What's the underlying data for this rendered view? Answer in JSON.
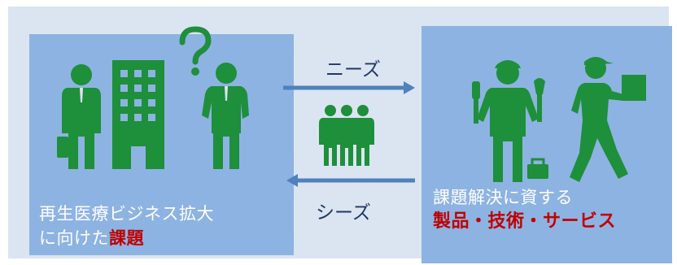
{
  "left_panel": {
    "caption_line1": "再生医療ビジネス拡大",
    "caption_line2_prefix": "に向けた",
    "caption_line2_accent": "課題"
  },
  "right_panel": {
    "caption_line1": "課題解決に資する",
    "caption_line2_accent": "製品・技術・サービス"
  },
  "arrows": {
    "top_label": "ニーズ",
    "bottom_label": "シーズ"
  },
  "colors": {
    "background": "#dbe5f1",
    "panel": "#8db3e2",
    "figure_green": "#1e8f3a",
    "arrow": "#4f81bd",
    "accent_red": "#c00000"
  },
  "icons": [
    "businessman-icon",
    "office-building-icon",
    "question-mark-icon",
    "confused-businessman-icon",
    "team-of-three-icon",
    "worker-with-tools-icon",
    "delivery-person-icon",
    "toolbox-icon"
  ]
}
